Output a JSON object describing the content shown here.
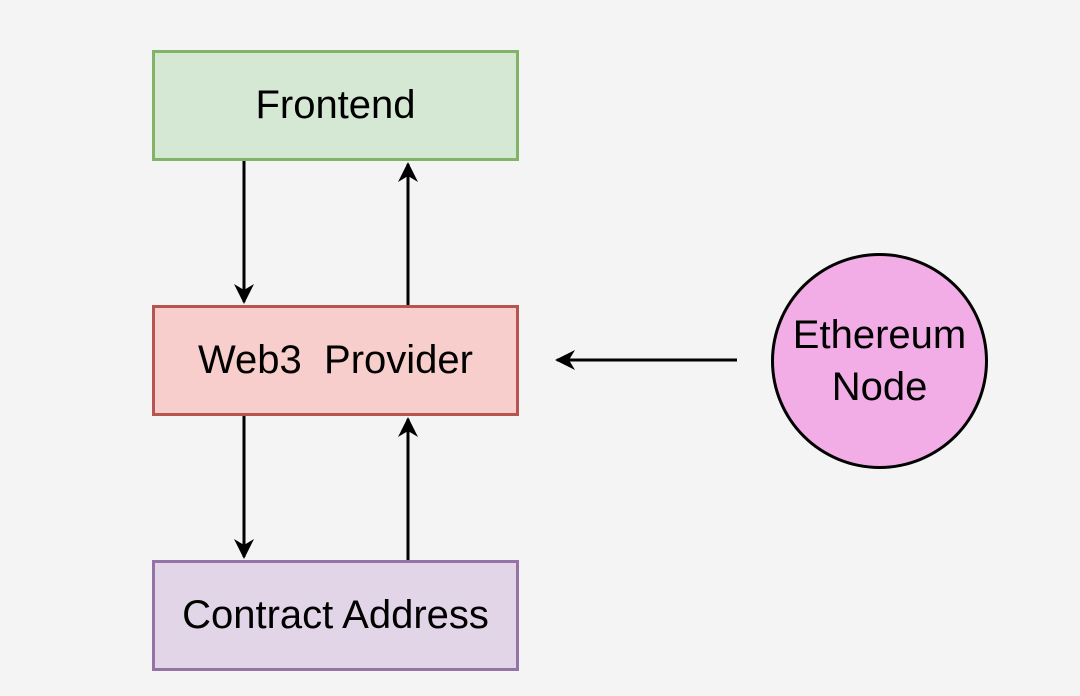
{
  "diagram": {
    "nodes": {
      "frontend": {
        "label": "Frontend"
      },
      "web3_provider": {
        "label": "Web3  Provider"
      },
      "contract_address": {
        "label": "Contract Address"
      },
      "ethereum_node": {
        "label_line1": "Ethereum",
        "label_line2": "Node"
      }
    },
    "edges": [
      {
        "from": "frontend",
        "to": "web3_provider"
      },
      {
        "from": "web3_provider",
        "to": "frontend"
      },
      {
        "from": "web3_provider",
        "to": "contract_address"
      },
      {
        "from": "contract_address",
        "to": "web3_provider"
      },
      {
        "from": "ethereum_node",
        "to": "web3_provider"
      }
    ],
    "colors": {
      "background": "#f4f4f4",
      "frontend_fill": "#d5e8d4",
      "frontend_stroke": "#82b366",
      "web3_fill": "#f8cecc",
      "web3_stroke": "#b85450",
      "contract_fill": "#e1d5e7",
      "contract_stroke": "#9673a6",
      "node_fill": "#f2ace6",
      "node_stroke": "#000000",
      "arrow": "#000000"
    }
  }
}
